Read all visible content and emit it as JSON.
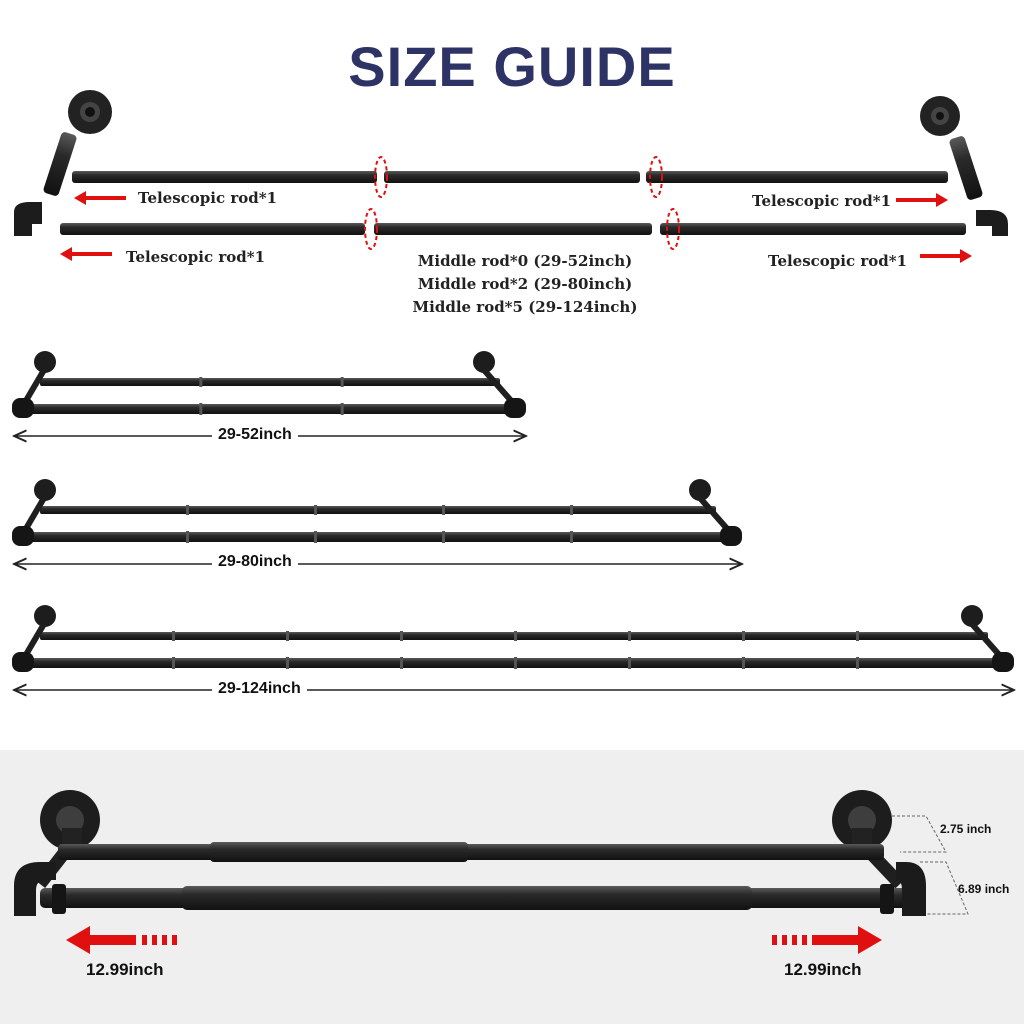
{
  "title": "SIZE GUIDE",
  "colors": {
    "title": "#2e3366",
    "pipe": "#1f1f1f",
    "pipe_highlight": "#5a5a5a",
    "arrow_red": "#e01010",
    "band": "#efefef",
    "dim_line": "#222222"
  },
  "parts": {
    "telescopic_top_left": "Telescopic rod*1",
    "telescopic_top_right": "Telescopic rod*1",
    "telescopic_bottom_left": "Telescopic rod*1",
    "telescopic_bottom_right": "Telescopic rod*1",
    "middle_rods": [
      "Middle rod*0 (29-52inch)",
      "Middle rod*2 (29-80inch)",
      "Middle rod*5 (29-124inch)"
    ]
  },
  "sizes": {
    "size_1": "29-52inch",
    "size_2": "29-80inch",
    "size_3": "29-124inch"
  },
  "detail": {
    "depth_top": "2.75 inch",
    "depth_gap": "6.89 inch",
    "extend_left": "12.99inch",
    "extend_right": "12.99inch"
  }
}
